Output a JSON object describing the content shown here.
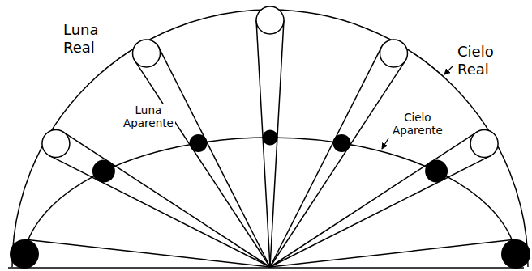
{
  "diagram": {
    "labels": [
      "Luna Real",
      "Luna Aparente",
      "Cielo Aparente",
      "Cielo Real"
    ]
  }
}
